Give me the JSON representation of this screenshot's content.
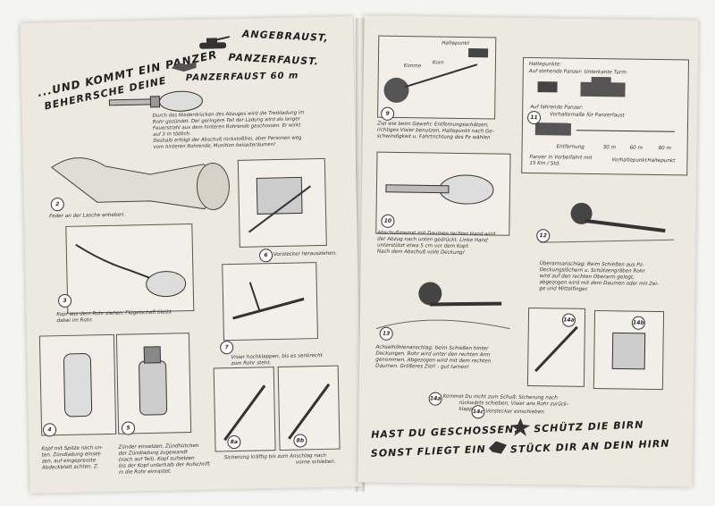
{
  "left_page": {
    "title_line1": "...UND KOMMT EIN PANZER",
    "title_word_angebraust": "ANGEBRAUST,",
    "title_line2": "BEHERRSCHE DEINE",
    "title_word_panzerfaust": "PANZERFAUST.",
    "weapon_title": "PANZERFAUST 60 m",
    "intro_text": [
      "Durch das Niederdrücken des Abzuges wird die Treibladung im",
      "Rohr gezündet. Der geringere Teil der Ladung wird als langer",
      "Feuerstrahl aus dem hinteren Rohrende geschossen. Er wirkt",
      "auf 3 m tödlich.",
      "Deshalb erfolgt der Abschuß rückstoßfrei, aber Personen weg",
      "vom hinteren Rohrende, Munition beiseiteräumen!"
    ],
    "badges": [
      "2",
      "3",
      "4",
      "5",
      "6",
      "7",
      "8a",
      "8b"
    ],
    "captions": {
      "c2": "Feder an der Lasche anheben.",
      "c3": [
        "Kopf aus dem Rohr ziehen, Flügelschaft bleibt",
        "dabei im Rohr."
      ],
      "c4": [
        "Kopf mit Spitze nach un-",
        "ten. Zündladung einset-",
        "zen, auf eingepresste",
        "Abdeckblatt achten. Z."
      ],
      "c5": [
        "Zünder einsetzen, Zündhütchen",
        "der Zündladung zugewandt",
        "(nach auf Teil). Kopf aufsetzen",
        "bis der Kopf unterhalb der Aufschrift",
        "in die Rohr einrastet."
      ],
      "c6": "Vorstecker herausziehen.",
      "c7": [
        "Visier hochklappen, bis es senkrecht",
        "zum Rohr steht."
      ],
      "c8": [
        "Sicherung kräftig bis zum Anschlag nach",
        "vorne schieben."
      ]
    }
  },
  "right_page": {
    "badges": [
      "9",
      "10",
      "11",
      "12",
      "13",
      "14a",
      "14b",
      "14c"
    ],
    "captions": {
      "c9": [
        "Ziel wie beim Gewehr. Entfernungsschätzen,",
        "richtiges Visier benutzen, Haltepunkt nach Ge-",
        "schwindigkeit u. Fahrtrichtung des Pz wählen"
      ],
      "c10": [
        "Abschußmeinst mit Daumen rechter Hand wird",
        "der Abzug nach unten gedrückt. Linke Hand",
        "unterstützt etwa 5 cm vor dem Kopf.",
        "Nach dem Abschuß volle Deckung!"
      ],
      "c12": [
        "Überarmanschlag: Beim Schießen aus Pz-",
        "Deckungslöchern u. Schützengräben Rohr",
        "wird auf den rechten Oberarm gelegt,",
        "abgezogen wird mit dem Daumen oder mit Zei-",
        "ge und Mittelfinger."
      ],
      "c13": [
        "Achselhöhlenanschlag: beim Schießen hinter",
        "Deckungen. Rohr wird unter den rechten Arm",
        "genommen. Abgezogen wird mit dem rechten",
        "Daumen. Größeres Ziel! - gut tarnen!"
      ],
      "c14a": "Kommst Du nicht zum Schuß: Sicherung nach",
      "c14a_2": "rückwärts schieben, Visier ans Rohr zurück-",
      "c14a_3": "klappen.",
      "c14b": "Vorstecker einschieben."
    },
    "box11": {
      "title1": "Haltepunkte:",
      "title2": "Auf stehende Panzer: Unterkante Turm",
      "title3": "Auf fahrende Panzer:",
      "title4": "Vorhaltemaße für Panzerfaust",
      "distance_label": "Entfernung",
      "distances": [
        "30 m",
        "60 m",
        "80 m"
      ],
      "footnote1": "Panzer in Vorbeifahrt mit",
      "footnote2": "15 Km / Std.",
      "footnote3": "Vorhaltepunkt",
      "footnote4": "Haltepunkt"
    },
    "panel9_labels": [
      "Haltepunkt",
      "Kimme",
      "Korn"
    ],
    "slogan_line1": "HAST DU GESCHOSSEN:",
    "slogan_line1b": "SCHÜTZ DIE BIRN",
    "slogan_line2": "SONST FLIEGT EIN",
    "slogan_line2b": "STÜCK DIR AN DEIN HIRN"
  }
}
